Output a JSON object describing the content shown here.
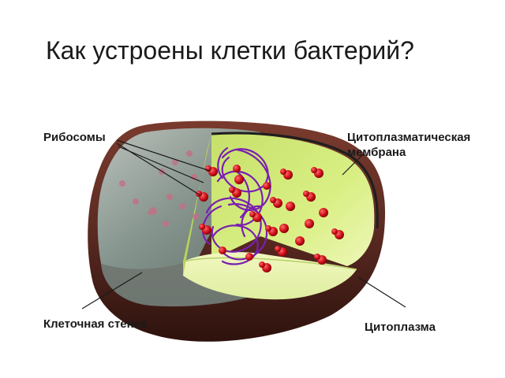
{
  "title": "Как устроены клетки бактерий?",
  "labels": {
    "ribosomes": "Рибосомы",
    "membrane_line1": "Цитоплазматическая",
    "membrane_line2": "мембрана",
    "cell_wall": "Клеточная стенка",
    "cytoplasm": "Цитоплазма"
  },
  "colors": {
    "cell_wall": "#5a2a22",
    "cytoplasm": "#d8ee7a",
    "membrane": "#2a2a2a",
    "ribosome": "#d0101a",
    "dna": "#7a1fb0",
    "outer_capsule": "#9fb9b2"
  }
}
